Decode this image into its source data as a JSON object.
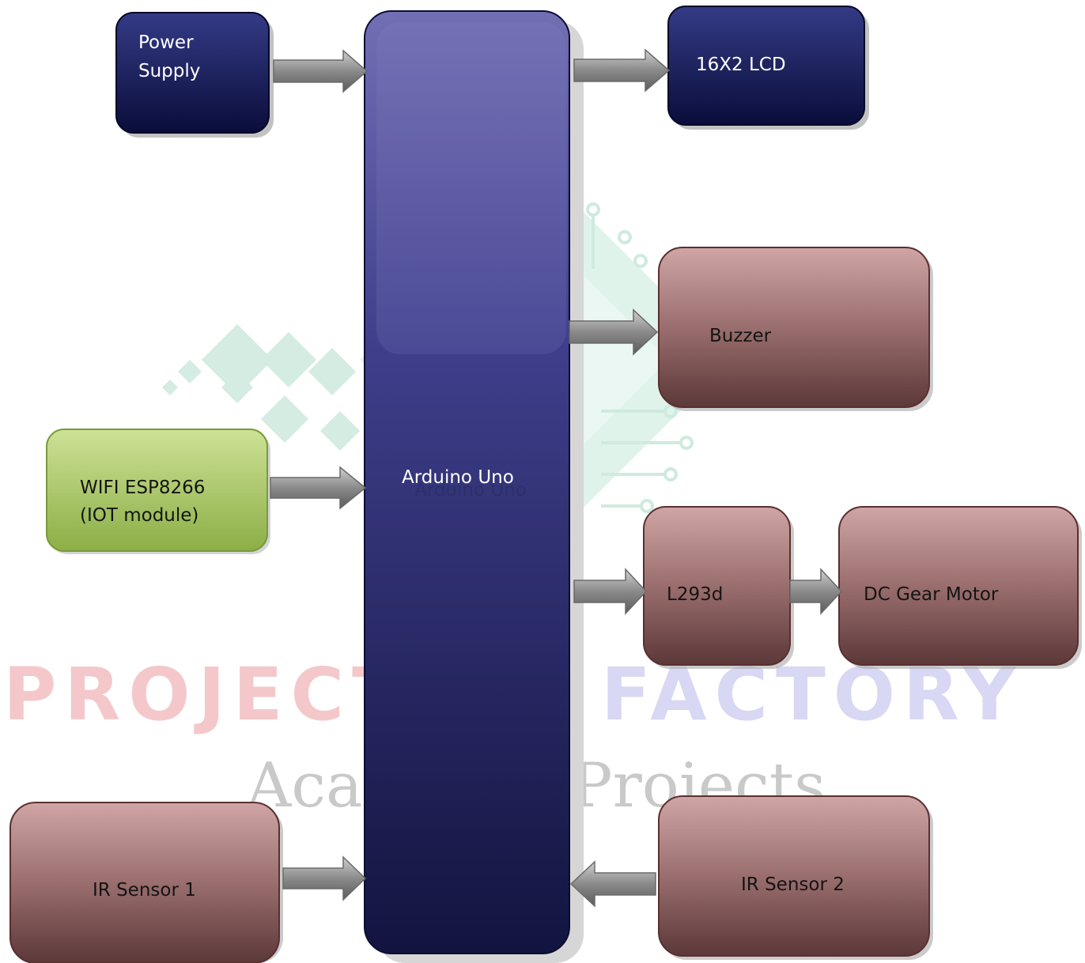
{
  "blocks": {
    "power_supply": {
      "lines": [
        "Power",
        "Supply"
      ]
    },
    "arduino": {
      "label": "Arduino Uno",
      "ghost_label": "Arduino Uno"
    },
    "lcd": {
      "label": "16X2 LCD"
    },
    "buzzer": {
      "label": "Buzzer"
    },
    "wifi": {
      "lines": [
        "WIFI ESP8266",
        "(IOT module)"
      ]
    },
    "l293d": {
      "label": "L293d"
    },
    "motor": {
      "label": "DC Gear Motor"
    },
    "ir1": {
      "label": "IR Sensor 1"
    },
    "ir2": {
      "label": "IR Sensor 2"
    }
  },
  "watermark": {
    "word_left": "PROJECTS",
    "word_right": "FACTORY",
    "subtitle": "Academic Projects"
  },
  "colors": {
    "navy_top": "#2e3479",
    "navy_bottom": "#0b0e3d",
    "arduino_top": "#6f6bb0",
    "arduino_bottom": "#151848",
    "maroon_top": "#c9a09f",
    "maroon_bottom": "#5e3a3b",
    "green_top": "#c7dd8b",
    "green_bottom": "#8fb14a",
    "arrow": "#8a8a8a",
    "watermark_red": "#f3c9cb",
    "watermark_blue": "#d6d6f3",
    "watermark_teal": "#b8e3d3"
  }
}
